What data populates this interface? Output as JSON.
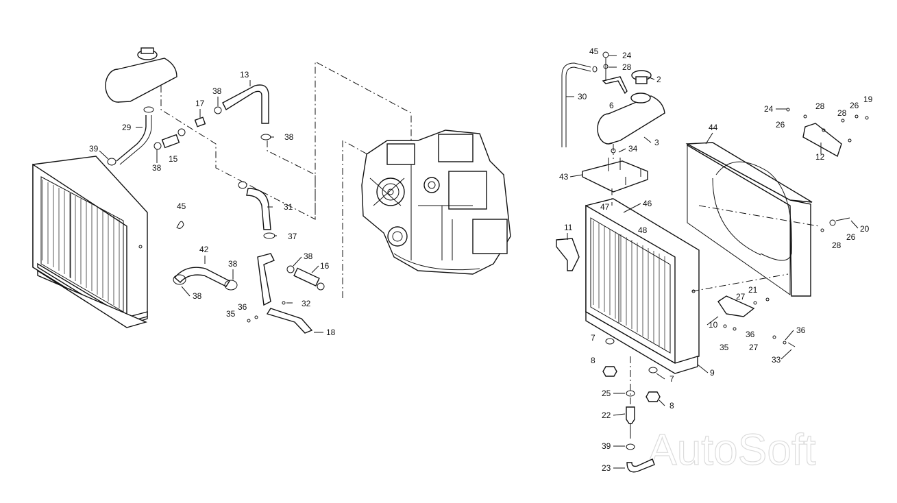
{
  "watermark": "AutoSoft",
  "callouts": {
    "c45a": "45",
    "c24a": "24",
    "c28a": "28",
    "c2": "2",
    "c13": "13",
    "c38a": "38",
    "c17": "17",
    "c29": "29",
    "c39a": "39",
    "c38b": "38",
    "c15": "15",
    "c38c": "38",
    "c45b": "45",
    "c31": "31",
    "c37": "37",
    "c42": "42",
    "c38d": "38",
    "c38e": "38",
    "c16": "16",
    "c38f": "38",
    "c36a": "36",
    "c35a": "35",
    "c32": "32",
    "c18": "18",
    "c30": "30",
    "c6": "6",
    "c3": "3",
    "c34": "34",
    "c43": "43",
    "c44": "44",
    "c24b": "24",
    "c28b": "28",
    "c26a": "26",
    "c19": "19",
    "c28c": "28",
    "c26b": "26",
    "c12": "12",
    "c47": "47",
    "c46": "46",
    "c48": "48",
    "c11": "11",
    "c20": "20",
    "c26c": "26",
    "c28d": "28",
    "c21": "21",
    "c27a": "27",
    "c10": "10",
    "c36b": "36",
    "c36c": "36",
    "c35b": "35",
    "c27b": "27",
    "c33": "33",
    "c7a": "7",
    "c8a": "8",
    "c9": "9",
    "c7b": "7",
    "c25": "25",
    "c8b": "8",
    "c22": "22",
    "c39b": "39",
    "c23": "23"
  }
}
